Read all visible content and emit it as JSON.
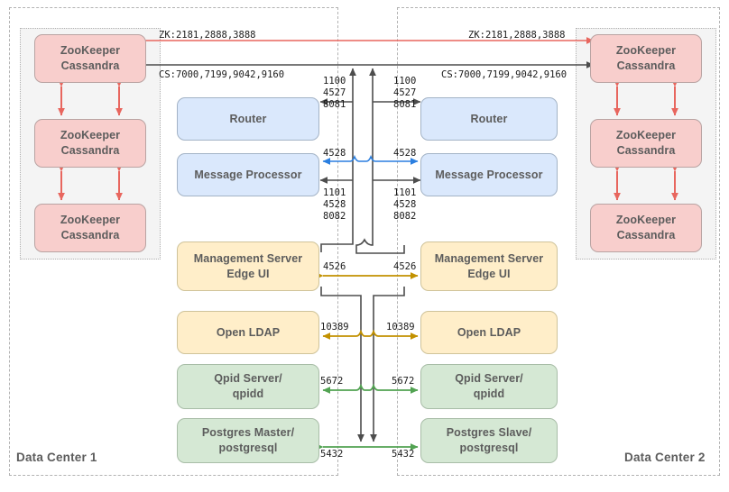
{
  "diagram": {
    "title": "Two Data Center Apigee Edge topology",
    "datacenters": [
      {
        "name": "dc1",
        "label": "Data Center 1"
      },
      {
        "name": "dc2",
        "label": "Data Center 2"
      }
    ],
    "colors": {
      "pink": "#f8cecc",
      "blue": "#dae8fc",
      "yellow": "#ffeec9",
      "green": "#d5e8d4",
      "zk_group_bg": "#f4f4f4",
      "arrow_red": "#e8665e",
      "arrow_grey": "#4d4d4d",
      "arrow_blue": "#2b7fe0",
      "arrow_gold": "#c29100",
      "arrow_green": "#52a352",
      "text": "#5c5c5c",
      "dc_border": "#b3b3b3"
    },
    "nodes": {
      "dc1": [
        {
          "name": "zookeeper-cassandra-1",
          "lines": [
            "ZooKeeper",
            "Cassandra"
          ],
          "color": "pink"
        },
        {
          "name": "zookeeper-cassandra-2",
          "lines": [
            "ZooKeeper",
            "Cassandra"
          ],
          "color": "pink"
        },
        {
          "name": "zookeeper-cassandra-3",
          "lines": [
            "ZooKeeper",
            "Cassandra"
          ],
          "color": "pink"
        },
        {
          "name": "router",
          "lines": [
            "Router"
          ],
          "color": "blue"
        },
        {
          "name": "message-processor",
          "lines": [
            "Message Processor"
          ],
          "color": "blue"
        },
        {
          "name": "management-server-edge-ui",
          "lines": [
            "Management Server",
            "Edge UI"
          ],
          "color": "yellow"
        },
        {
          "name": "open-ldap",
          "lines": [
            "Open LDAP"
          ],
          "color": "yellow"
        },
        {
          "name": "qpid-server",
          "lines": [
            "Qpid Server/",
            "qpidd"
          ],
          "color": "green"
        },
        {
          "name": "postgres-master",
          "lines": [
            "Postgres Master/",
            "postgresql"
          ],
          "color": "green"
        }
      ],
      "dc2": [
        {
          "name": "zookeeper-cassandra-1",
          "lines": [
            "ZooKeeper",
            "Cassandra"
          ],
          "color": "pink"
        },
        {
          "name": "zookeeper-cassandra-2",
          "lines": [
            "ZooKeeper",
            "Cassandra"
          ],
          "color": "pink"
        },
        {
          "name": "zookeeper-cassandra-3",
          "lines": [
            "ZooKeeper",
            "Cassandra"
          ],
          "color": "pink"
        },
        {
          "name": "router",
          "lines": [
            "Router"
          ],
          "color": "blue"
        },
        {
          "name": "message-processor",
          "lines": [
            "Message Processor"
          ],
          "color": "blue"
        },
        {
          "name": "management-server-edge-ui",
          "lines": [
            "Management Server",
            "Edge UI"
          ],
          "color": "yellow"
        },
        {
          "name": "open-ldap",
          "lines": [
            "Open LDAP"
          ],
          "color": "yellow"
        },
        {
          "name": "qpid-server",
          "lines": [
            "Qpid Server/",
            "qpidd"
          ],
          "color": "green"
        },
        {
          "name": "postgres-slave",
          "lines": [
            "Postgres Slave/",
            "postgresql"
          ],
          "color": "green"
        }
      ]
    },
    "port_labels": {
      "zk_left": "ZK:2181,2888,3888",
      "zk_right": "ZK:2181,2888,3888",
      "cs_left": "CS:7000,7199,9042,9160",
      "cs_right": "CS:7000,7199,9042,9160",
      "router_left": [
        "1100",
        "4527",
        "8081"
      ],
      "router_right": [
        "1100",
        "4527",
        "8081"
      ],
      "mp_top_left": "4528",
      "mp_top_right": "4528",
      "mp_bottom_left": [
        "1101",
        "4528",
        "8082"
      ],
      "mp_bottom_right": [
        "1101",
        "4528",
        "8082"
      ],
      "ms_left": "4526",
      "ms_right": "4526",
      "ldap_left": "10389",
      "ldap_right": "10389",
      "qpid_left": "5672",
      "qpid_right": "5672",
      "pg_left": "5432",
      "pg_right": "5432"
    }
  }
}
